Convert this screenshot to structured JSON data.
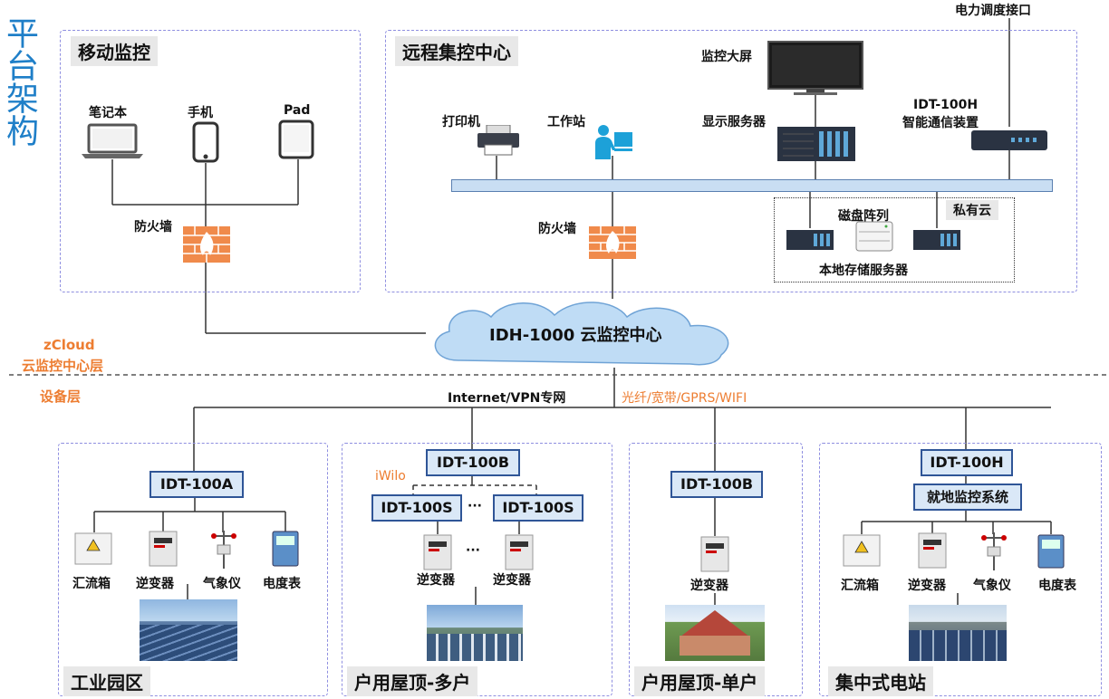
{
  "diagram_title": "平台架构",
  "layers": {
    "cloud_layer_line1": "zCloud",
    "cloud_layer_line2": "云监控中心层",
    "device_layer": "设备层"
  },
  "mobile_panel": {
    "title": "移动监控",
    "laptop": "笔记本",
    "phone": "手机",
    "pad": "Pad",
    "firewall": "防火墙"
  },
  "remote_panel": {
    "title": "远程集控中心",
    "big_screen": "监控大屏",
    "printer": "打印机",
    "workstation": "工作站",
    "display_server": "显示服务器",
    "comm_device_line1": "IDT-100H",
    "comm_device_line2": "智能通信装置",
    "power_dispatch": "电力调度接口",
    "private_cloud": "私有云",
    "disk_array": "磁盘阵列",
    "local_storage": "本地存储服务器",
    "firewall": "防火墙"
  },
  "cloud_center": "IDH-1000 云监控中心",
  "network": {
    "internet": "Internet/VPN专网",
    "links": "光纤/宽带/GPRS/WIFI"
  },
  "sites": {
    "industrial": {
      "title": "工业园区",
      "gateway": "IDT-100A",
      "devices": [
        "汇流箱",
        "逆变器",
        "气象仪",
        "电度表"
      ]
    },
    "rooftop_multi": {
      "title": "户用屋顶-多户",
      "gateway": "IDT-100B",
      "protocol": "iWilo",
      "sub_gateways": [
        "IDT-100S",
        "IDT-100S"
      ],
      "ellipsis": "···",
      "devices": [
        "逆变器",
        "逆变器"
      ]
    },
    "rooftop_single": {
      "title": "户用屋顶-单户",
      "gateway": "IDT-100B",
      "devices": [
        "逆变器"
      ]
    },
    "centralized": {
      "title": "集中式电站",
      "gateway": "IDT-100H",
      "local_system": "就地监控系统",
      "devices": [
        "汇流箱",
        "逆变器",
        "气象仪",
        "电度表"
      ]
    }
  },
  "colors": {
    "title_blue": "#1f7fc8",
    "accent_orange": "#ed7d31",
    "node_fill": "#dae8f7",
    "node_border": "#2f5597",
    "panel_border": "#8f8fe0",
    "firewall": "#f08a4b",
    "cloud_fill": "#bfdcf5"
  }
}
